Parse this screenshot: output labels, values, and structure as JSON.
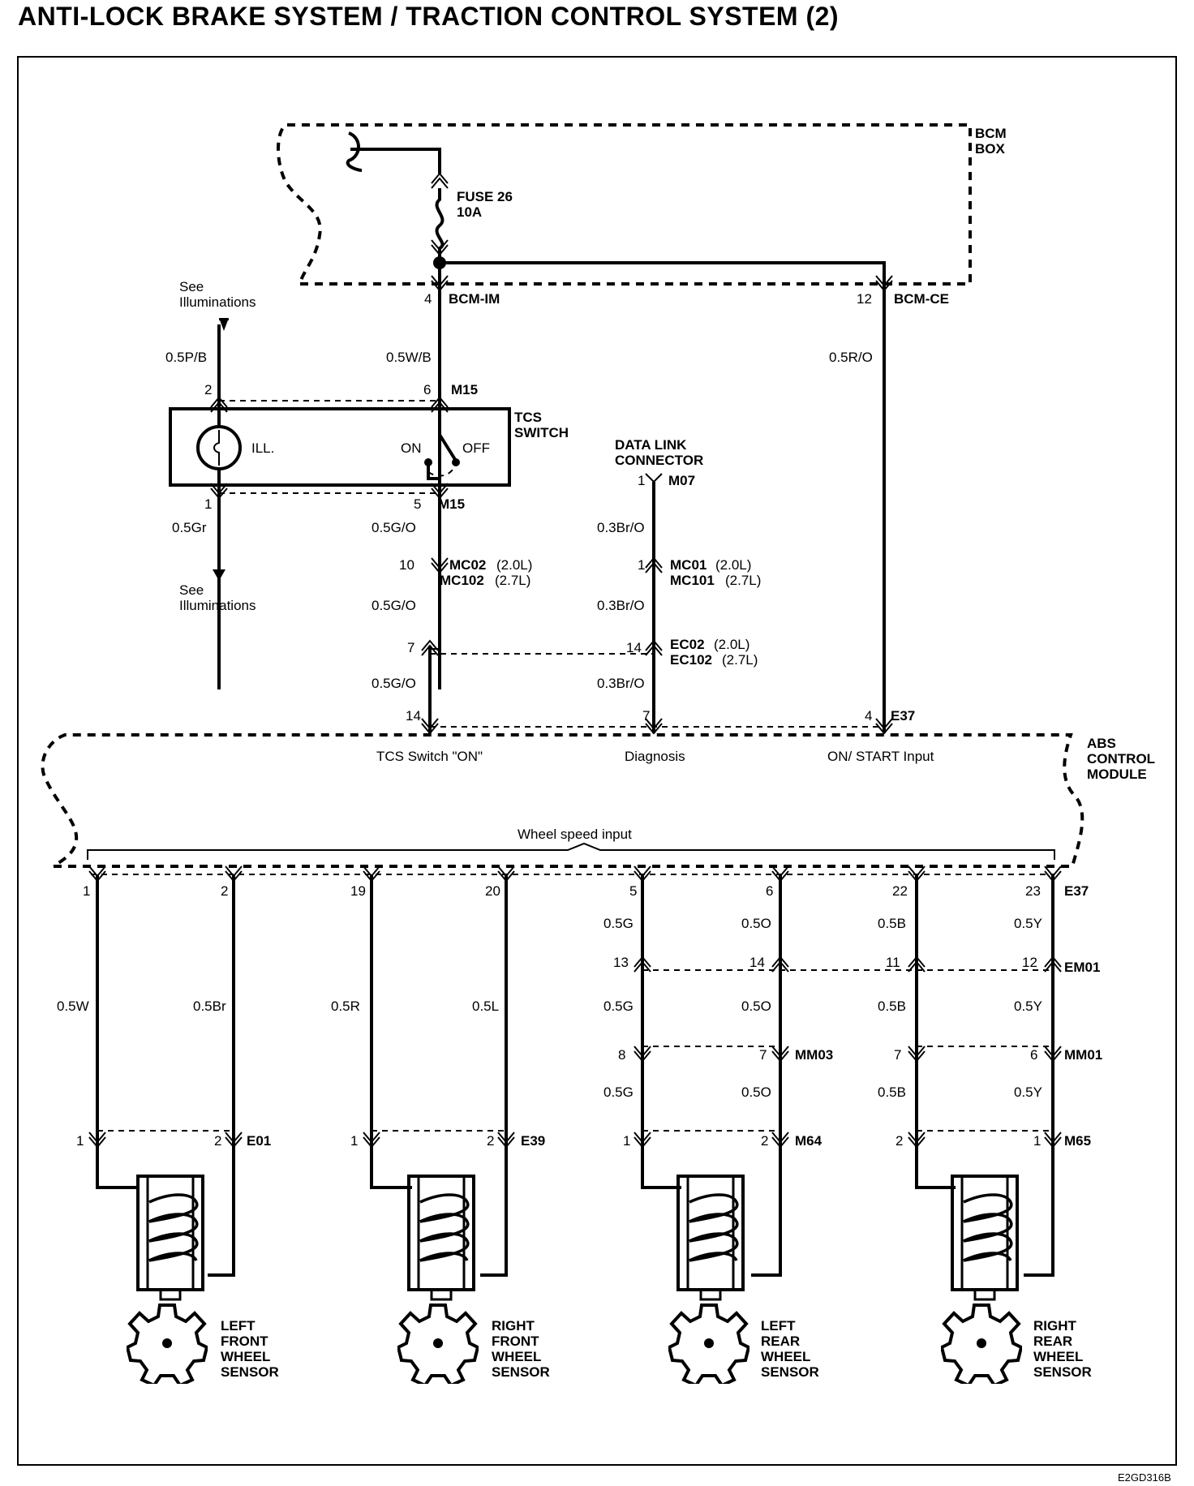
{
  "title": "ANTI-LOCK BRAKE SYSTEM / TRACTION CONTROL SYSTEM (2)",
  "image_code": "E2GD316B",
  "bcm_box": [
    "BCM",
    "BOX"
  ],
  "fuse": [
    "FUSE 26",
    "10A"
  ],
  "bcm_im": {
    "pin": "4",
    "name": "BCM-IM"
  },
  "bcm_ce": {
    "pin": "12",
    "name": "BCM-CE"
  },
  "see_illuminations": [
    "See",
    "Illuminations"
  ],
  "wires": {
    "pb": "0.5P/B",
    "wb": "0.5W/B",
    "ro": "0.5R/O",
    "gr": "0.5Gr",
    "go": "0.5G/O",
    "bro": "0.3Br/O"
  },
  "tcs_switch": {
    "label": [
      "TCS",
      "SWITCH"
    ],
    "ill": "ILL.",
    "on": "ON",
    "off": "OFF",
    "pin_top_left": "2",
    "pin_top_right": "6",
    "pin_bottom_left": "1",
    "pin_bottom_right": "5",
    "connector": "M15"
  },
  "data_link": {
    "label": [
      "DATA LINK",
      "CONNECTOR"
    ],
    "pin": "1",
    "connector": "M07"
  },
  "mc": {
    "pin_left": "10",
    "pin_right": "1",
    "left": [
      "MC02",
      "MC102"
    ],
    "right": [
      "MC01",
      "MC101"
    ],
    "v1": "(2.0L)",
    "v2": "(2.7L)"
  },
  "ec": {
    "pin_left": "7",
    "pin_right": "14",
    "names": [
      "EC02",
      "EC102"
    ],
    "v1": "(2.0L)",
    "v2": "(2.7L)"
  },
  "abs": {
    "label": [
      "ABS",
      "CONTROL",
      "MODULE"
    ],
    "connector": "E37",
    "pin_tcs": "14",
    "pin_diag": "7",
    "pin_on": "4",
    "tcs_on": "TCS Switch \"ON\"",
    "diagnosis": "Diagnosis",
    "on_start": "ON/ START Input",
    "wheel_speed": "Wheel speed input"
  },
  "wheel_pins": [
    "1",
    "2",
    "19",
    "20",
    "5",
    "6",
    "22",
    "23"
  ],
  "wheel_wires": {
    "w": "0.5W",
    "br": "0.5Br",
    "r": "0.5R",
    "l": "0.5L",
    "g": "0.5G",
    "o": "0.5O",
    "b": "0.5B",
    "y": "0.5Y"
  },
  "em01": {
    "pins": [
      "13",
      "14",
      "11",
      "12"
    ],
    "name": "EM01"
  },
  "mm03": {
    "pins": [
      "8",
      "7"
    ],
    "name": "MM03"
  },
  "mm01": {
    "pins": [
      "7",
      "6"
    ],
    "name": "MM01"
  },
  "sensor_connectors": [
    {
      "pins": [
        "1",
        "2"
      ],
      "name": "E01"
    },
    {
      "pins": [
        "1",
        "2"
      ],
      "name": "E39"
    },
    {
      "pins": [
        "1",
        "2"
      ],
      "name": "M64"
    },
    {
      "pins": [
        "2",
        "1"
      ],
      "name": "M65"
    }
  ],
  "sensors": [
    [
      "LEFT",
      "FRONT",
      "WHEEL",
      "SENSOR"
    ],
    [
      "RIGHT",
      "FRONT",
      "WHEEL",
      "SENSOR"
    ],
    [
      "LEFT",
      "REAR",
      "WHEEL",
      "SENSOR"
    ],
    [
      "RIGHT",
      "REAR",
      "WHEEL",
      "SENSOR"
    ]
  ]
}
